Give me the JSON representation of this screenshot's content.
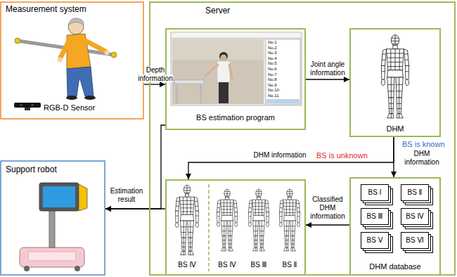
{
  "diagram": {
    "nodes": [
      {
        "text": [
          "Measurement system",
          "RGB-D Sensor"
        ]
      },
      {
        "text": [
          "Server"
        ]
      },
      {
        "text": [
          "BS estimation program"
        ],
        "in": 1
      },
      {
        "text": [
          "DHM"
        ],
        "in": 1
      },
      {
        "text": [
          "Support robot"
        ]
      },
      {
        "text": [
          "BS Ⅳ",
          "BS Ⅳ",
          "BS Ⅲ",
          "BS Ⅱ"
        ],
        "in": 1
      },
      {
        "text": [
          "DHM database"
        ],
        "in": 1
      },
      {
        "text": [
          "BS Ⅰ"
        ],
        "in": 6
      },
      {
        "text": [
          "BS Ⅱ"
        ],
        "in": 6
      },
      {
        "text": [
          "BS Ⅲ"
        ],
        "in": 6
      },
      {
        "text": [
          "BS Ⅳ"
        ],
        "in": 6
      },
      {
        "text": [
          "BS Ⅴ"
        ],
        "in": 6
      },
      {
        "text": [
          "BS Ⅵ"
        ],
        "in": 6
      }
    ],
    "edges": [
      {
        "from": 0,
        "to": 2,
        "label": "Depth information",
        "arrow": "to"
      },
      {
        "from": 2,
        "to": 3,
        "label": "Joint angle information",
        "arrow": "to"
      },
      {
        "from": 3,
        "to": 5,
        "label": "DHM information",
        "arrow": "to"
      },
      {
        "from": 3,
        "to": 6,
        "label": "DHM information",
        "arrow": "to"
      },
      {
        "from": 6,
        "to": 5,
        "label": "Classified DHM information",
        "arrow": "to"
      },
      {
        "from": 2,
        "to": 4,
        "arrow": "to"
      },
      {
        "from": 5,
        "to": 4,
        "label": "Estimation result",
        "arrow": "to"
      }
    ],
    "labels": [
      "BS is unknown",
      "BS is known",
      "No.1",
      "No.2",
      "No.3",
      "No.4",
      "No.5",
      "No.6",
      "No.7",
      "No.8",
      "No.9",
      "No.10",
      "No.11"
    ]
  }
}
